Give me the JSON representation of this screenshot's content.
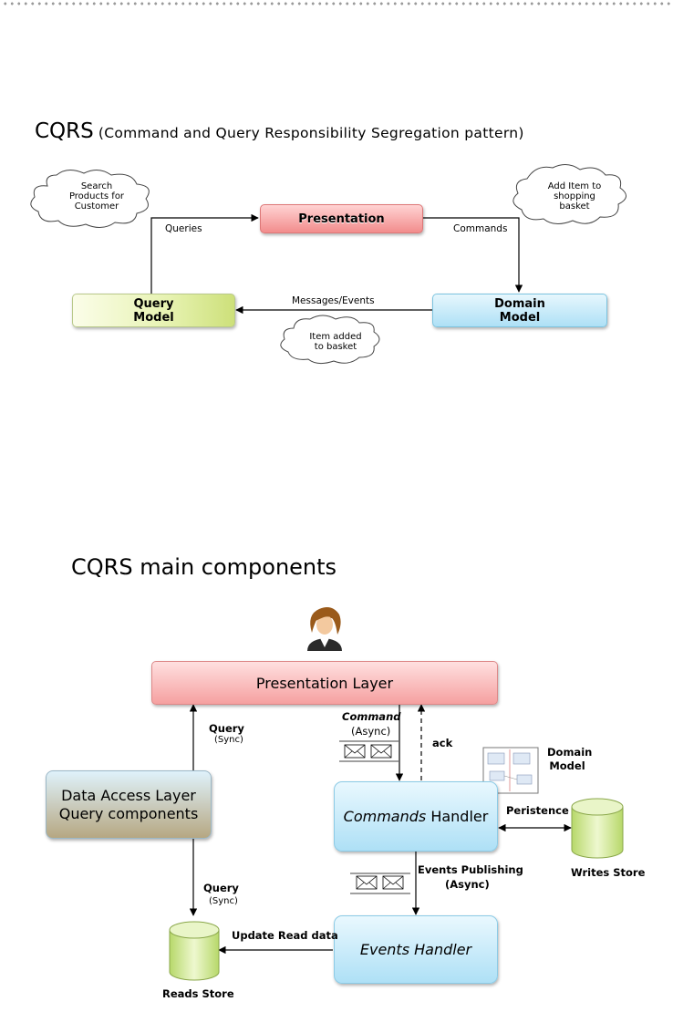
{
  "diagram1": {
    "title_main": "CQRS",
    "title_sub": "(Command and Query Responsibility Segregation pattern)",
    "presentation": "Presentation",
    "query_model": [
      "Query",
      "Model"
    ],
    "domain_model": [
      "Domain",
      "Model"
    ],
    "queries_label": "Queries",
    "commands_label": "Commands",
    "messages_label": "Messages/Events",
    "cloud_search": [
      "Search",
      "Products for",
      "Customer"
    ],
    "cloud_add": [
      "Add Item to",
      "shopping",
      "basket"
    ],
    "cloud_added": [
      "Item added",
      "to basket"
    ]
  },
  "diagram2": {
    "title": "CQRS main components",
    "presentation_layer": "Presentation Layer",
    "dal": [
      "Data Access Layer",
      "Query components"
    ],
    "commands_handler_prefix": "Commands",
    "commands_handler_suffix": " Handler",
    "events_handler": "Events Handler",
    "query_label": "Query",
    "sync_label": "(Sync)",
    "command_label": "Command",
    "async_label": "(Async)",
    "ack_label": "ack",
    "domain_model": [
      "Domain",
      "Model"
    ],
    "peristence_label": "Peristence",
    "writes_store": "Writes Store",
    "events_publishing": "Events Publishing",
    "events_async": "(Async)",
    "query2_label": "Query",
    "sync2_label": "(Sync)",
    "update_read": "Update Read data",
    "reads_store": "Reads Store"
  },
  "colors": {
    "presentation": "#f28c8c",
    "query_model": "#cde07a",
    "domain": "#aee0f6",
    "store": "#c9e38a"
  }
}
